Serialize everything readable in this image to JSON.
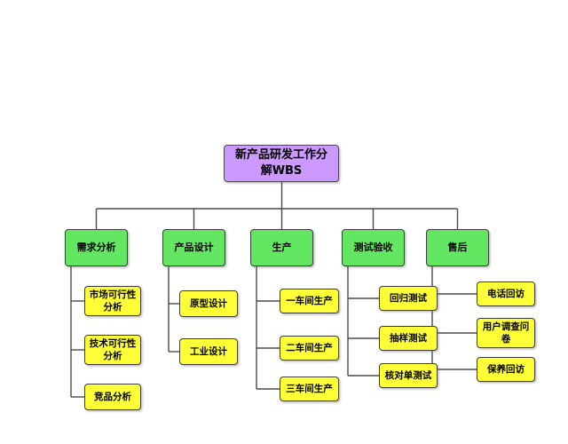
{
  "diagram": {
    "title": "新产品研发工作分解WBS",
    "root": {
      "label": "新产品研发工作分解WBS"
    },
    "branches": [
      {
        "label": "需求分析",
        "children": [
          {
            "label": "市场可行性分析"
          },
          {
            "label": "技术可行性分析"
          },
          {
            "label": "竞品分析"
          }
        ]
      },
      {
        "label": "产品设计",
        "children": [
          {
            "label": "原型设计"
          },
          {
            "label": "工业设计"
          }
        ]
      },
      {
        "label": "生产",
        "children": [
          {
            "label": "一车间生产"
          },
          {
            "label": "二车间生产"
          },
          {
            "label": "三车间生产"
          }
        ]
      },
      {
        "label": "测试验收",
        "children": [
          {
            "label": "回归测试"
          },
          {
            "label": "抽样测试"
          },
          {
            "label": "核对单测试"
          }
        ]
      },
      {
        "label": "售后",
        "children": [
          {
            "label": "电话回访"
          },
          {
            "label": "用户调查问卷"
          },
          {
            "label": "保养回访"
          }
        ]
      }
    ],
    "colors": {
      "root_fill": "#CC99FF",
      "branch_fill": "#63E763",
      "leaf_fill": "#FFFF38",
      "node_border": "#3D3D3D",
      "connector": "#4B4B4B",
      "background": "#FFFFFF",
      "text": "#000000"
    }
  }
}
